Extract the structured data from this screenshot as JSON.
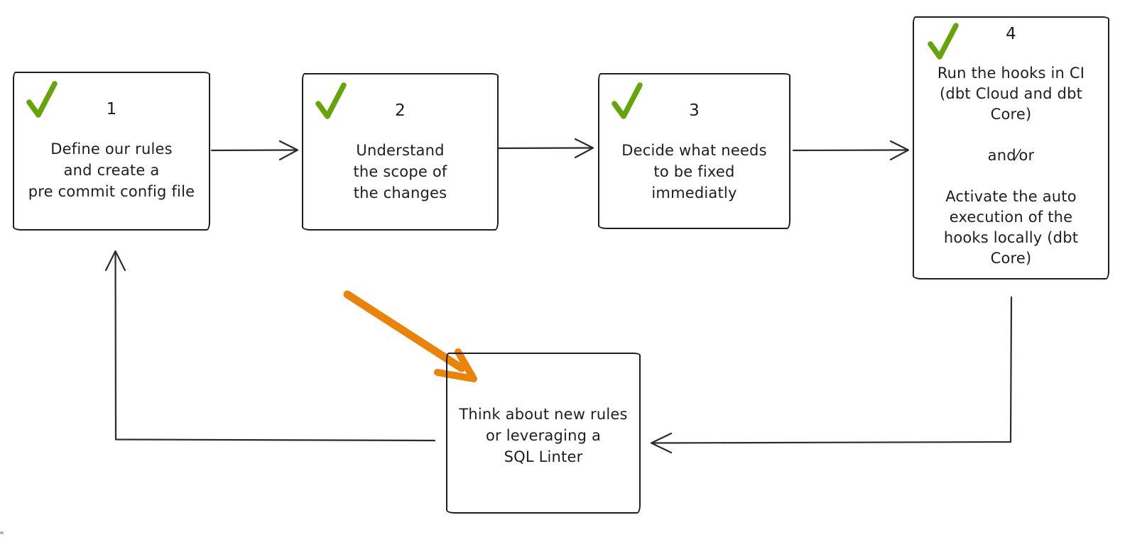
{
  "colors": {
    "ink": "#1e1e1e",
    "line": "#2b2b2b",
    "check": "#66a30d",
    "arrow": "#e8830d",
    "bg": "#ffffff"
  },
  "diagram": {
    "steps": [
      {
        "number": "1",
        "checked": true,
        "label": "Define our rules\nand create a\npre commit config file"
      },
      {
        "number": "2",
        "checked": true,
        "label": "Understand\nthe scope of\nthe changes"
      },
      {
        "number": "3",
        "checked": true,
        "label": "Decide what needs\nto be fixed\nimmediatly"
      },
      {
        "number": "4",
        "checked": true,
        "label": "Run the hooks in CI\n(dbt Cloud and dbt\nCore)\n\nand⁄or\n\nActivate the auto\nexecution of the\nhooks locally (dbt\nCore)"
      }
    ],
    "loop_box": {
      "label": "Think about new rules\nor leveraging a\nSQL Linter"
    },
    "icons": {
      "check": "checkmark-icon",
      "highlight": "orange-arrow"
    }
  }
}
